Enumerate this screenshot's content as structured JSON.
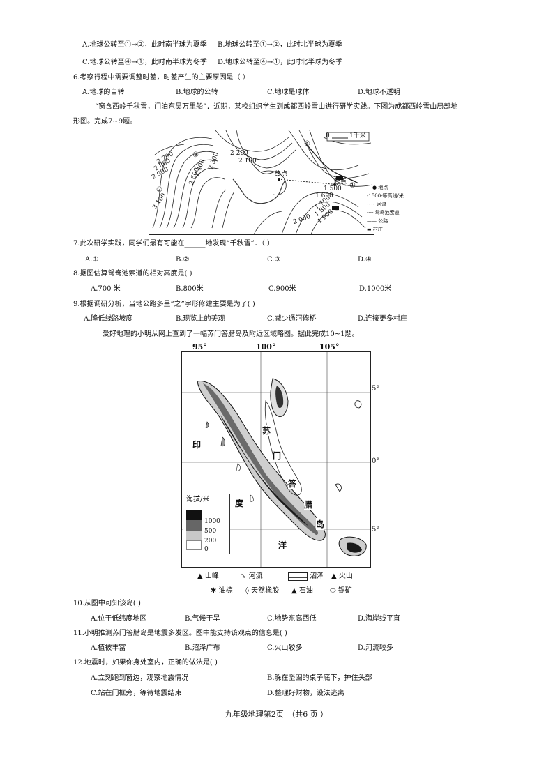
{
  "q5_options": {
    "a": "A.地球公转至①→②，此时南半球为夏季",
    "b": "B.地球公转至①→②，此时北半球为夏季",
    "c": "C.地球公转至④→①，此时南半球为冬季",
    "d": "D.地球公转至④→①，此时北半球为冬季"
  },
  "q6": {
    "stem": "6.考察行程中需要调整时差，时差产生的主要原因是（   ）",
    "a": "A.地球的自转",
    "b": "B.地球的公转",
    "c": "C.地球是球体",
    "d": "D.地球不透明"
  },
  "intro1": {
    "line1": "“窗含西岭千秋雪，门泊东吴万里船”．近期，某校组织学生到成都西岭雪山进行研学实践。下图为成都西岭雪山局部地",
    "line2": "形图。完成7~9题。"
  },
  "map1": {
    "scale_zero": "0",
    "scale_unit": "1千米",
    "contours": [
      "2 700",
      "2 800",
      "2 900",
      "3 100",
      "2 400",
      "2 600",
      "2 300",
      "2 200",
      "2 100",
      "1 500",
      "1 600",
      "1 700",
      "1 800",
      "1 900",
      "2 000"
    ],
    "points": [
      "①",
      "②",
      "③",
      "④"
    ],
    "end_label": "终点",
    "start_label": "起点",
    "legend": {
      "site": "地点",
      "contour": "-1500-等高线/米",
      "river": "河流",
      "cableway": "鸳鸯池索道",
      "road": "公路",
      "village": "村庄"
    }
  },
  "q7": {
    "stem": "7.此次研学实践，同学们最有可能在______地发现“千秋雪”．（   ）",
    "a": "A.①",
    "b": "B.②",
    "c": "C.③",
    "d": "D.④"
  },
  "q8": {
    "stem": "8.据图估算鸳鸯池索道的相对高度是(   )",
    "a": "A.700 米",
    "b": "B.800米",
    "c": "C.900米",
    "d": "D.1000米"
  },
  "q9": {
    "stem": "9.根据调研分析，当地公路多呈“之”字形修建主要是为了(   )",
    "a": "A.降低线路坡度",
    "b": "B.现览上的美观",
    "c": "C.减少通河修桥",
    "d": "D.连接更多村庄"
  },
  "intro2": "爱好地理的小明从网上查到了一幅苏门答腊岛及附近区域略图。据此完成10~1题。",
  "map2": {
    "lon": [
      "95°",
      "100°",
      "105°"
    ],
    "lat": [
      "5°",
      "0°",
      "5°"
    ],
    "labels": {
      "yin": "印",
      "du": "度",
      "yang": "洋",
      "su": "苏",
      "men": "门",
      "da": "答",
      "la": "腊",
      "dao": "岛"
    },
    "elev_title": "海拔/米",
    "elev_values": [
      "1000",
      "500",
      "200",
      "0"
    ],
    "symbols": {
      "peak": "山峰",
      "river": "河流",
      "swamp": "沼泽",
      "volcano": "火山",
      "palm": "油棕",
      "rubber": "天然橡胶",
      "oil": "石油",
      "tin": "锡矿"
    }
  },
  "q10": {
    "stem": "10.从图中可知该岛(   )",
    "a": "A.位于低纬度地区",
    "b": "B.气候干旱",
    "c": "C.地势东高西低",
    "d": "D.海岸线平直"
  },
  "q11": {
    "stem": "11.小明推测苏门答腊岛是地震多发区。图中能支持该观点的信息是(   )",
    "a": "A.植被丰富",
    "b": "B.沼泽广布",
    "c": "C.火山较多",
    "d": "D.河流较多"
  },
  "q12": {
    "stem": "12.地震时，如果你身处室内，正确的做法是(   )",
    "a": "A.立刻跑到窗边，观察地震情况",
    "b": "B.躲在坚固的桌子底下，护住头部",
    "c": "C.站在门框旁，等待地震结束",
    "d": "D.整理好财物，设法逃离"
  },
  "footer": "九年级地理第2页　（共6 页 ）"
}
